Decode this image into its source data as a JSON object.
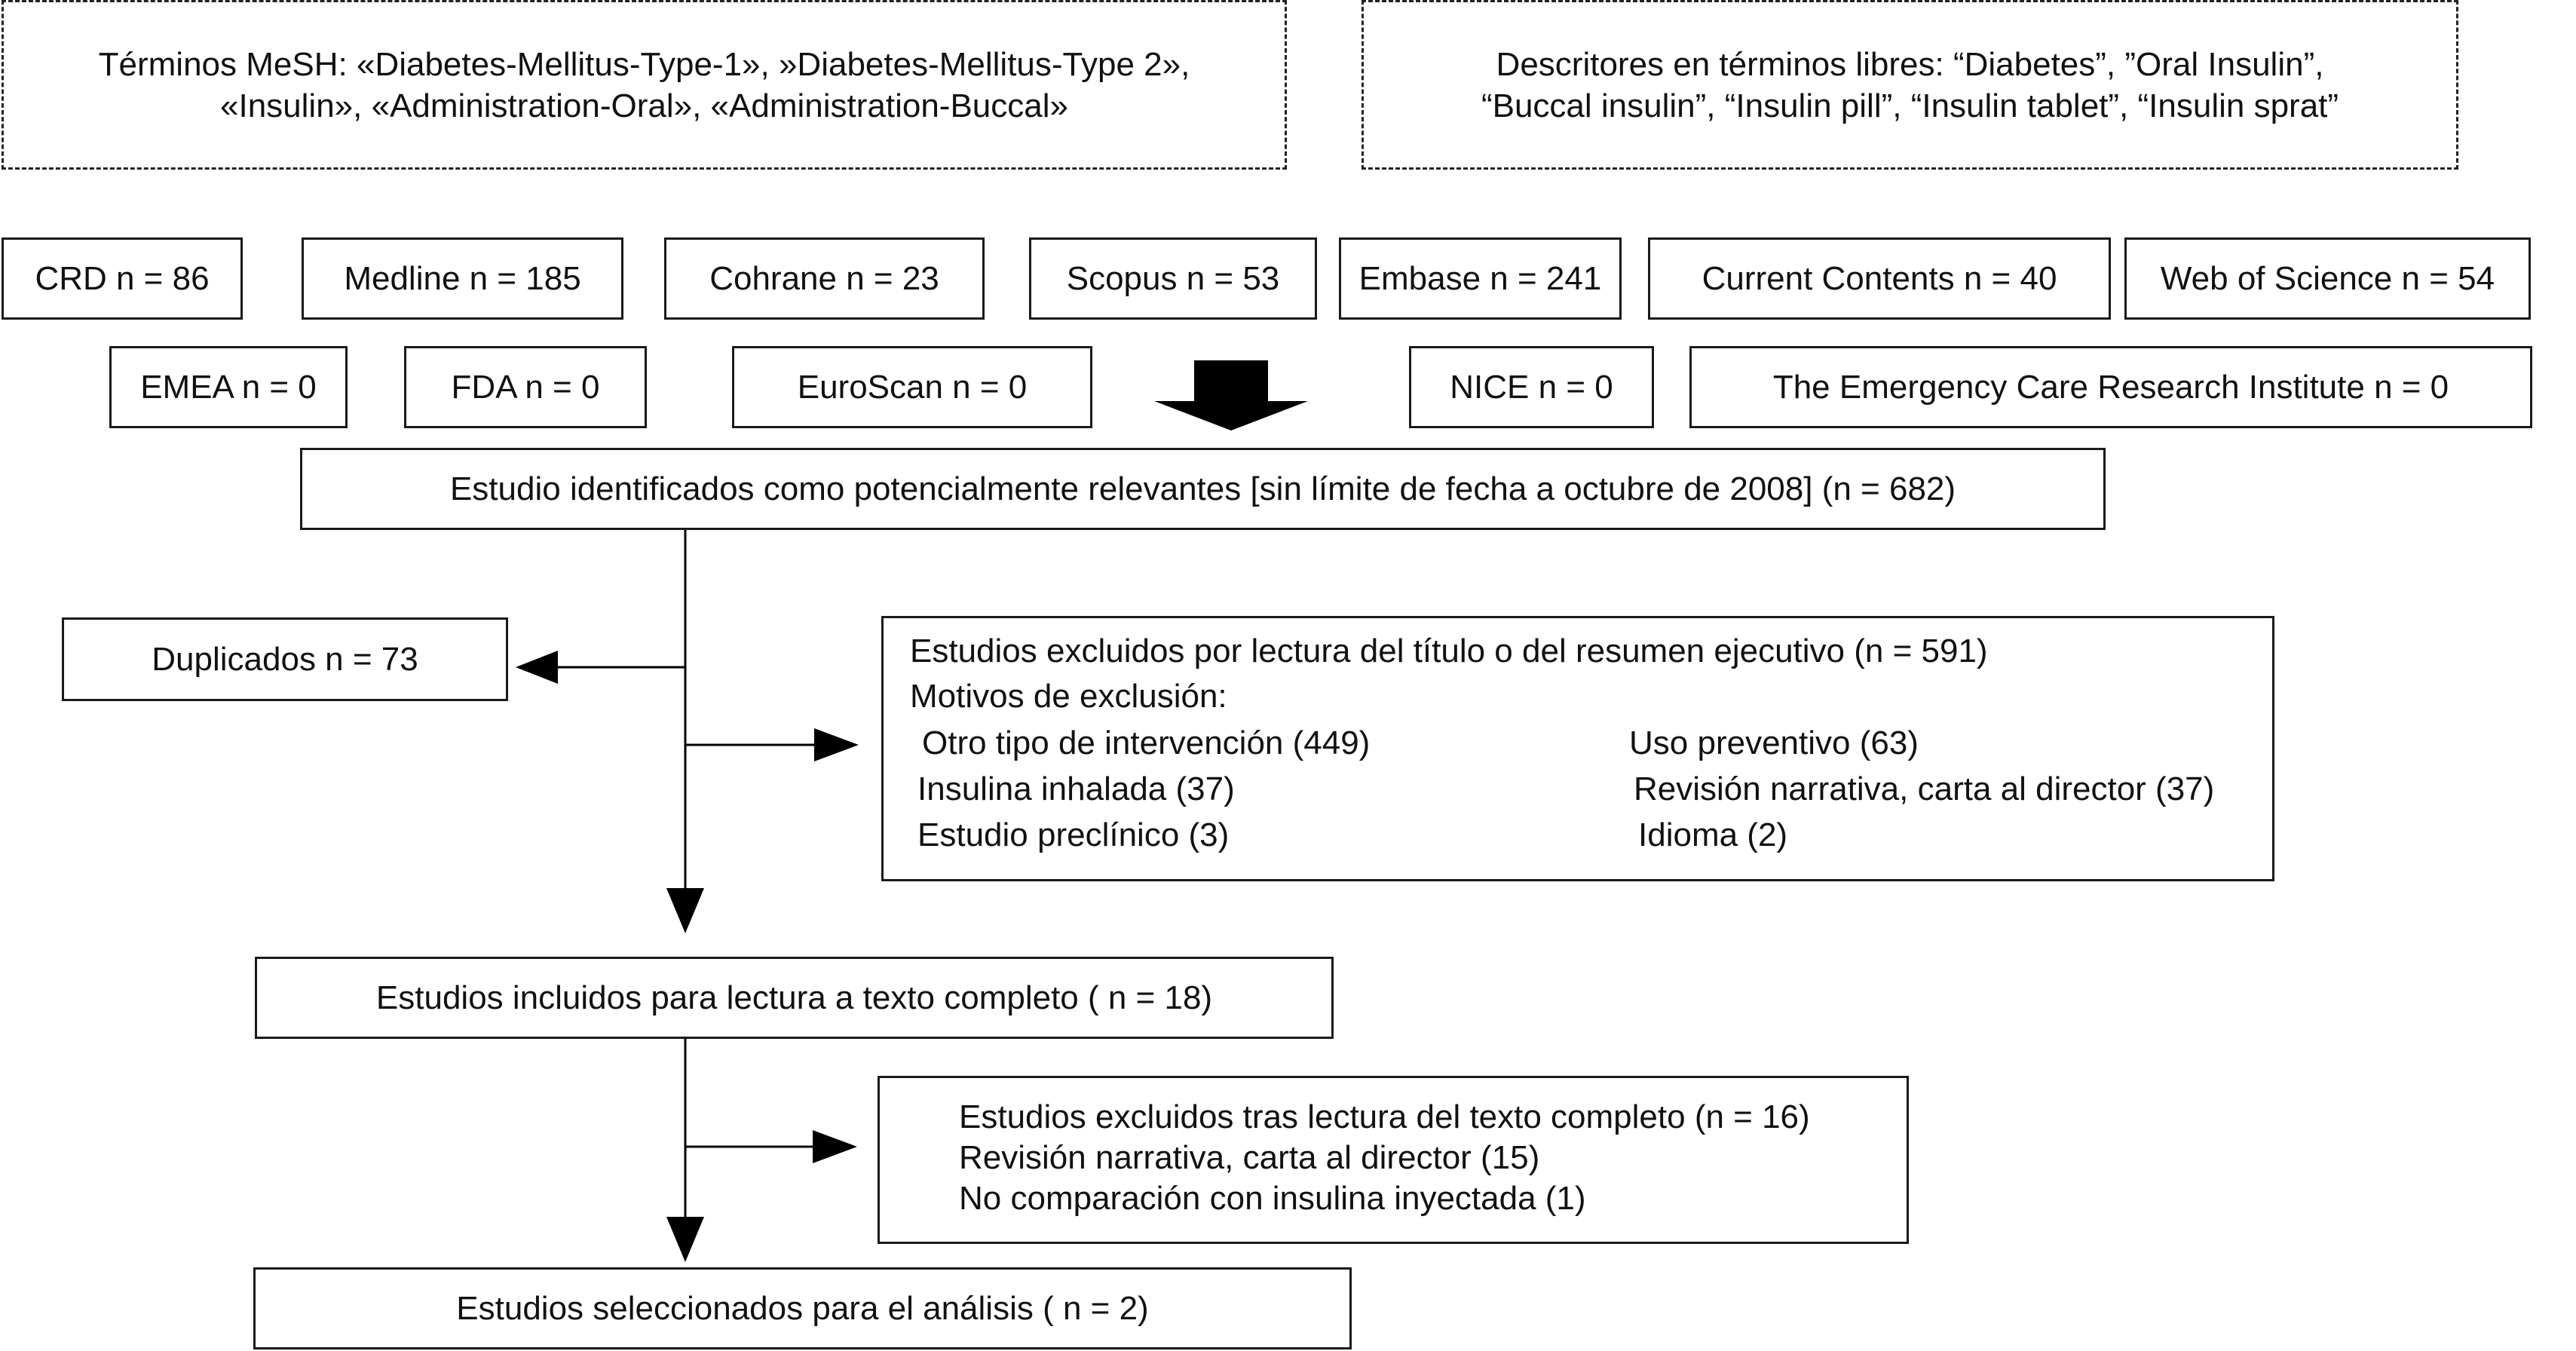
{
  "search_terms": {
    "mesh": {
      "line1": "Términos MeSH: «Diabetes-Mellitus-Type-1», »Diabetes-Mellitus-Type 2»,",
      "line2": "«Insulin», «Administration-Oral», «Administration-Buccal»"
    },
    "free": {
      "line1": "Descritores en términos libres: “Diabetes”, ”Oral Insulin”,",
      "line2": "“Buccal insulin”, “Insulin pill”, “Insulin tablet”, “Insulin sprat”"
    }
  },
  "databases_row1": [
    "CRD n = 86",
    "Medline n = 185",
    "Cohrane n = 23",
    "Scopus n = 53",
    "Embase n = 241",
    "Current Contents n = 40",
    "Web of Science n = 54"
  ],
  "databases_row2": [
    "EMEA n = 0",
    "FDA n = 0",
    "EuroScan n = 0",
    "NICE n = 0",
    "The Emergency Care Research Institute n = 0"
  ],
  "identified": "Estudio identificados como potencialmente relevantes [sin límite de fecha a octubre de 2008] (n = 682)",
  "duplicates": "Duplicados n = 73",
  "excluded_title": {
    "heading": "Estudios excluidos por lectura del título o del resumen ejecutivo (n = 591)",
    "reasons_label": "Motivos de exclusión:",
    "reasons": [
      "Otro tipo de intervención (449)",
      "Uso preventivo (63)",
      "Insulina inhalada (37)",
      "Revisión narrativa, carta al director (37)",
      "Estudio preclínico (3)",
      "Idioma (2)"
    ]
  },
  "included_fulltext": "Estudios incluidos para lectura a texto completo ( n = 18)",
  "excluded_fulltext": {
    "heading": "Estudios excluidos tras lectura del texto completo (n = 16)",
    "items": [
      "Revisión narrativa, carta al director (15)",
      "No comparación con insulina inyectada (1)"
    ]
  },
  "selected": "Estudios seleccionados para el análisis ( n = 2)"
}
